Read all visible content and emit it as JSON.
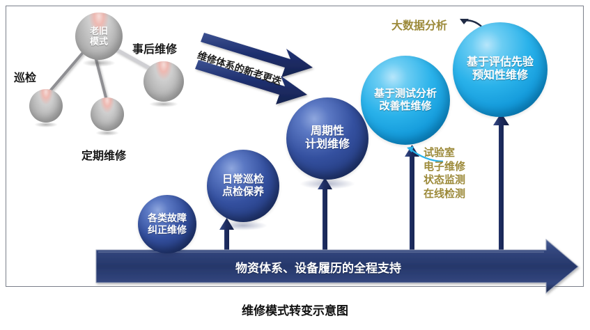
{
  "figure": {
    "caption": "维修模式转变示意图"
  },
  "legacy_cluster": {
    "hub": {
      "label": "老旧\n模式"
    },
    "nodes": [
      {
        "label": "",
        "name": "legacy-node-inspection"
      },
      {
        "label": "",
        "name": "legacy-node-periodic"
      },
      {
        "label": "",
        "name": "legacy-node-corrective"
      }
    ],
    "labels": [
      {
        "text": "巡检",
        "name": "legacy-label-inspection"
      },
      {
        "text": "定期维修",
        "name": "legacy-label-periodic"
      },
      {
        "text": "事后维修",
        "name": "legacy-label-after-failure"
      }
    ]
  },
  "transition": {
    "caption": "维修体系的新老更迭"
  },
  "stages": [
    {
      "label": "各类故障\n纠正维修",
      "color": "#2d4a9e",
      "name": "stage-corrective"
    },
    {
      "label": "日常巡检\n点检保养",
      "color": "#2d4a9e",
      "name": "stage-routine"
    },
    {
      "label": "周期性\n计划维修",
      "color": "#2d4a9e",
      "name": "stage-planned"
    },
    {
      "label": "基于测试分析\n改善性维修",
      "color": "#2ab2ea",
      "name": "stage-test-based"
    },
    {
      "label": "基于评估先验\n预知性维修",
      "color": "#2ab2ea",
      "name": "stage-predictive"
    }
  ],
  "annotations": {
    "big_data": "大数据分析",
    "enablers": "试验室\n电子维修\n状态监测\n在线检测"
  },
  "foundation": {
    "label": "物资体系、设备履历的全程支持",
    "color": "#2b3a6b"
  },
  "colors": {
    "grey_sphere": "#b4b4b4",
    "blue_sphere": "#2d4a9e",
    "cyan_sphere": "#2ab2ea",
    "navy_arrow": "#1f3264",
    "olive_text": "#9c8a3a",
    "frame_border": "#7a7f8a"
  }
}
